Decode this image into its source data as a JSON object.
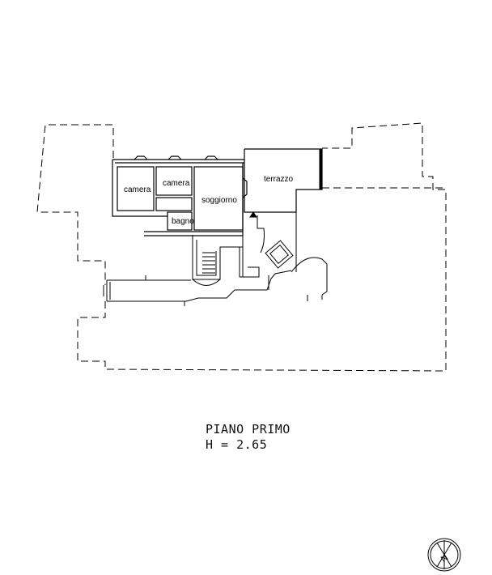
{
  "rooms": {
    "camera_1": "camera",
    "camera_2": "camera",
    "soggiorno": "soggiorno",
    "terrazzo": "terrazzo",
    "bagno": "bagno"
  },
  "caption": {
    "title": "PIANO PRIMO",
    "height": "H = 2.65"
  },
  "compass": {
    "north_letter": "N"
  },
  "colors": {
    "line": "#000000",
    "background": "#ffffff"
  }
}
